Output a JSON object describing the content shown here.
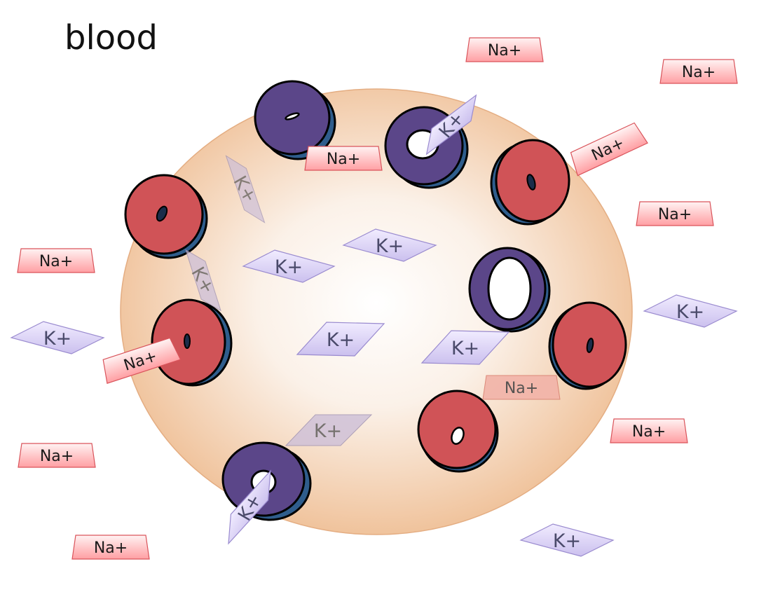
{
  "title": "blood",
  "labels": {
    "na": "Na+",
    "k": "K+"
  },
  "colors": {
    "cell_center": "#ffffff",
    "cell_edge": "#f1c9a6",
    "cell_outline": "#e2a77c",
    "na_fill": "#ffb3b5",
    "na_stroke": "#d9545b",
    "k_fill": "#d3c9ef",
    "k_stroke": "#9a8bcf",
    "text": "#1a1a1a",
    "channel_red": "#d05357",
    "channel_purple": "#5b4689",
    "channel_side": "#2f5d8c"
  },
  "legend": []
}
